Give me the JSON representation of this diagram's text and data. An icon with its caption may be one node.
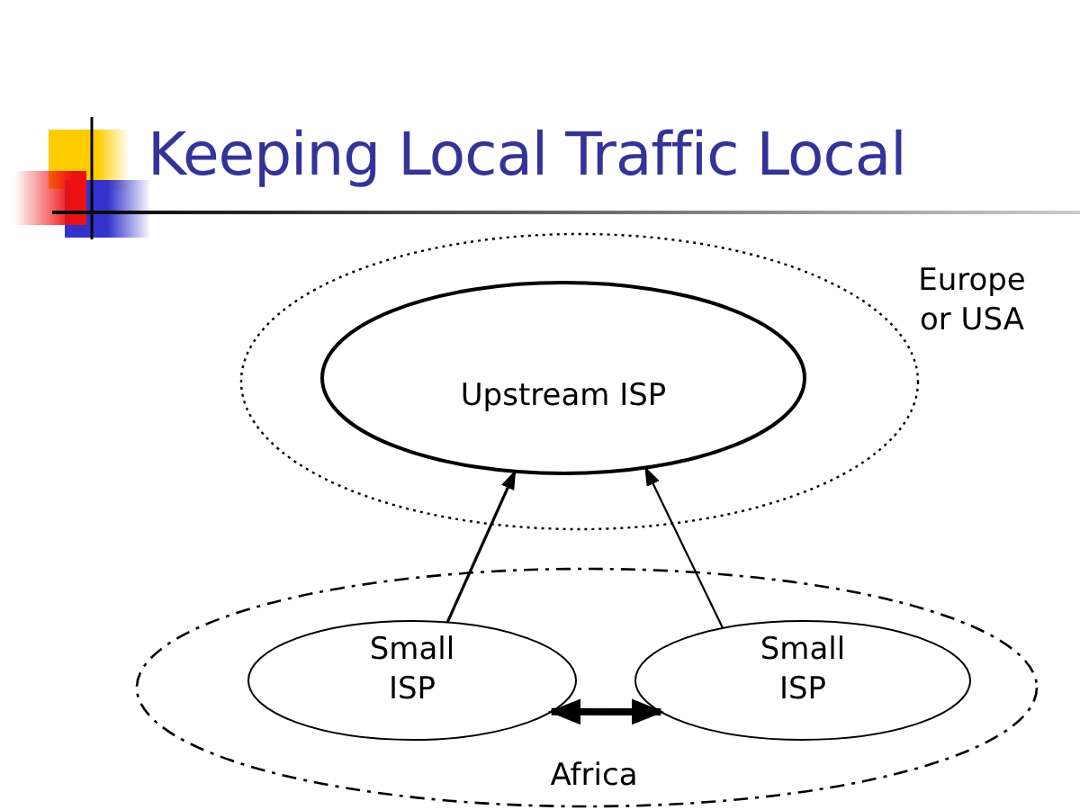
{
  "diagram": {
    "title": "Keeping Local Traffic Local",
    "nodes": [
      {
        "text": [
          "Europe or USA"
        ]
      },
      {
        "text": [
          "Upstream ISP"
        ],
        "in": 0
      },
      {
        "text": [
          "Africa"
        ]
      },
      {
        "text": [
          "Small ISP"
        ],
        "in": 2
      },
      {
        "text": [
          "Small ISP"
        ],
        "in": 2
      }
    ],
    "edges": [
      {
        "from": 3,
        "to": 1,
        "arrow": "to"
      },
      {
        "from": 4,
        "to": 1,
        "arrow": "to"
      },
      {
        "from": 3,
        "to": 4,
        "arrow": "both",
        "style": "thick"
      }
    ]
  }
}
